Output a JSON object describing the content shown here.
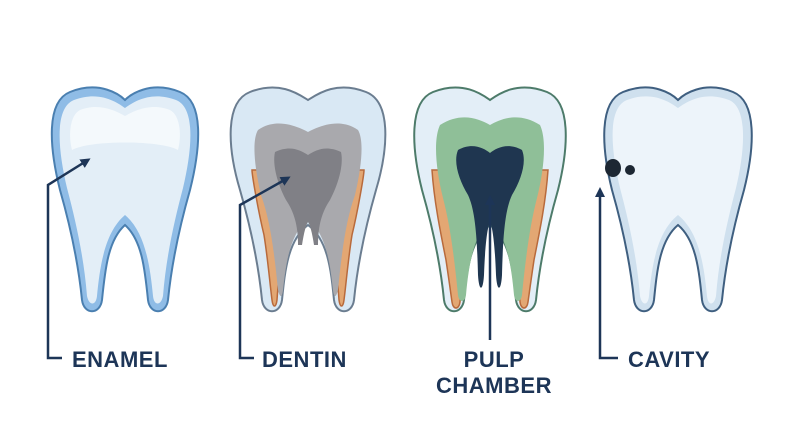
{
  "labels": {
    "enamel": "ENAMEL",
    "dentin": "DENTIN",
    "pulp_line1": "PULP",
    "pulp_line2": "CHAMBER",
    "cavity": "CAVITY"
  },
  "colors": {
    "label_text": "#1d3557",
    "arrow": "#1d3557",
    "enamel_fill": "#e3eef7",
    "enamel_edge": "#8fbce6",
    "dentin_fill": "#a9a9ad",
    "dentin_inner": "#808086",
    "root_orange": "#e3a773",
    "pulp_green": "#8fbf98",
    "pulp_dark": "#1f3650",
    "cavity_dark": "#1d2733"
  }
}
